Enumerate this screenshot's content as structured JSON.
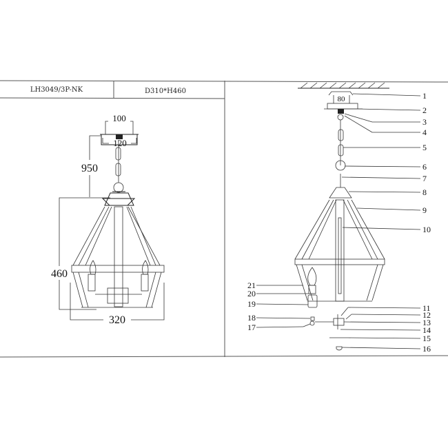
{
  "header": {
    "model": "LH3049/3P-NK",
    "size": "D310*H460"
  },
  "dimensions": {
    "canopy_inner": "100",
    "canopy_outer": "120",
    "chain_length": "950",
    "height": "460",
    "diameter": "320",
    "mount_spacing": "80"
  },
  "parts": [
    "1",
    "2",
    "3",
    "4",
    "5",
    "6",
    "7",
    "8",
    "9",
    "10",
    "11",
    "12",
    "13",
    "14",
    "15",
    "16",
    "17",
    "18",
    "19",
    "20",
    "21"
  ]
}
